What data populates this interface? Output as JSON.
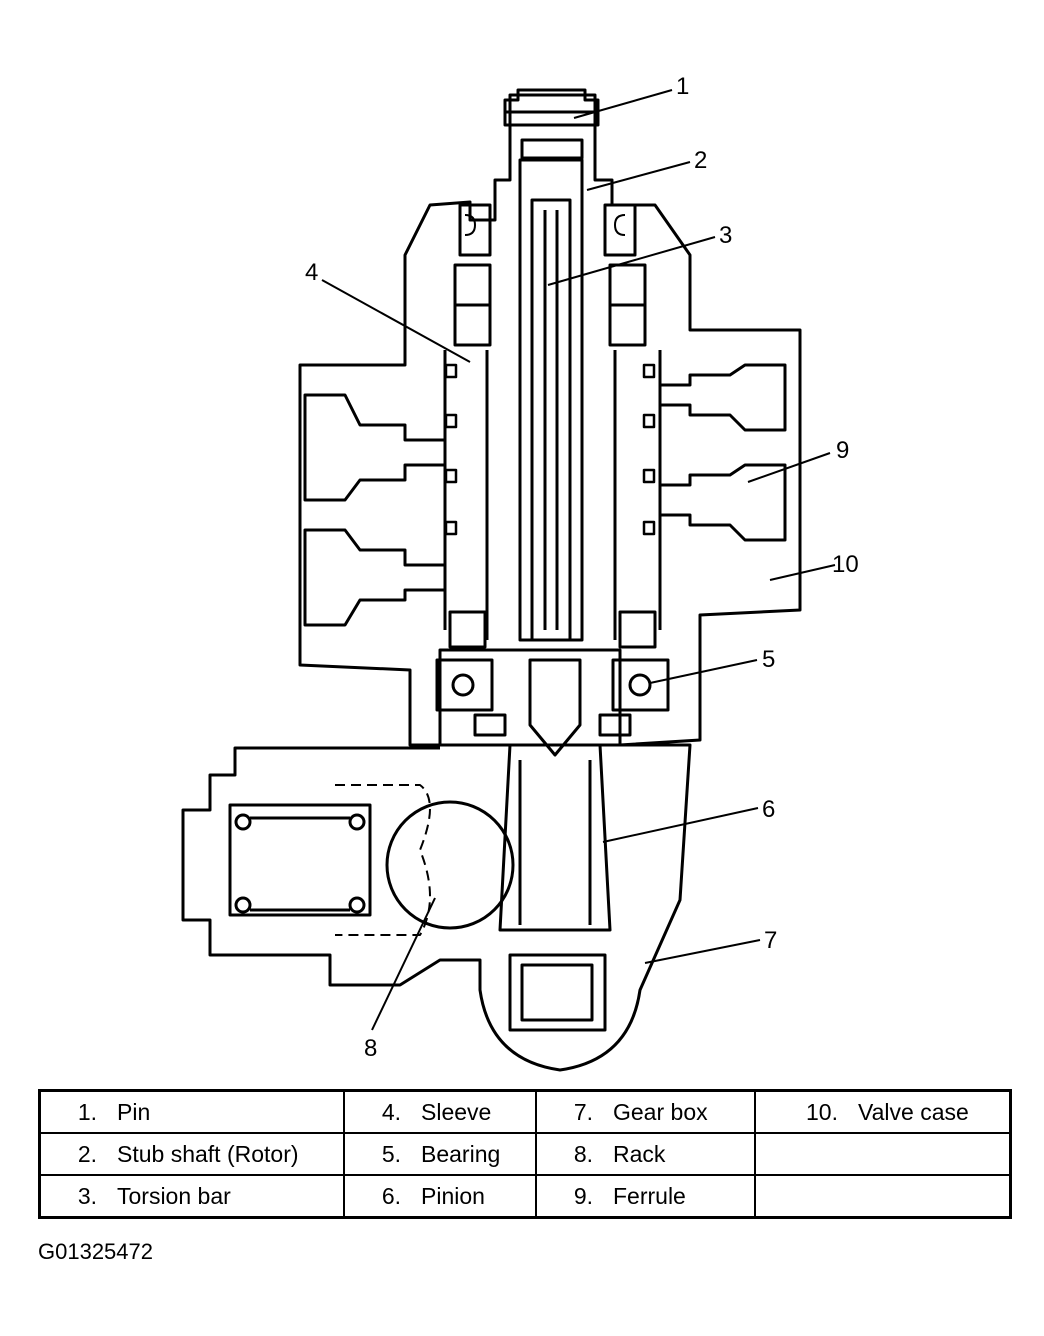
{
  "callouts": [
    "1",
    "2",
    "3",
    "4",
    "5",
    "6",
    "7",
    "8",
    "9",
    "10"
  ],
  "legend": [
    [
      {
        "num": "1.",
        "label": "Pin"
      },
      {
        "num": "4.",
        "label": "Sleeve"
      },
      {
        "num": "7.",
        "label": "Gear box"
      },
      {
        "num": "10.",
        "label": "Valve case"
      }
    ],
    [
      {
        "num": "2.",
        "label": "Stub shaft (Rotor)"
      },
      {
        "num": "5.",
        "label": "Bearing"
      },
      {
        "num": "8.",
        "label": "Rack"
      },
      {
        "num": "",
        "label": ""
      }
    ],
    [
      {
        "num": "3.",
        "label": "Torsion bar"
      },
      {
        "num": "6.",
        "label": "Pinion"
      },
      {
        "num": "9.",
        "label": "Ferrule"
      },
      {
        "num": "",
        "label": ""
      }
    ]
  ],
  "figure_code": "G01325472"
}
